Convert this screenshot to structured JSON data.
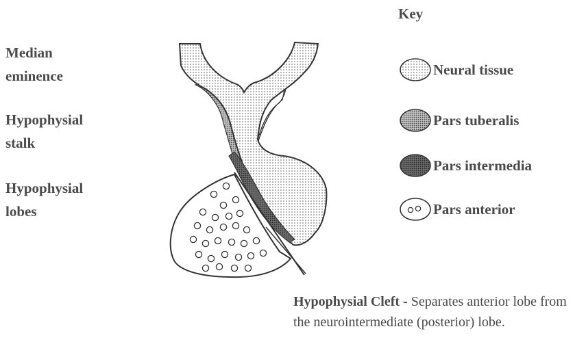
{
  "labels": {
    "median_eminence": [
      "Median",
      "eminence"
    ],
    "stalk": [
      "Hypophysial",
      "stalk"
    ],
    "lobes": [
      "Hypophysial",
      "lobes"
    ]
  },
  "key": {
    "title": "Key",
    "items": [
      {
        "label": "Neural  tissue",
        "pattern": "neural"
      },
      {
        "label": "Pars  tuberalis",
        "pattern": "tuberalis"
      },
      {
        "label": "Pars  intermedia",
        "pattern": "intermedia"
      },
      {
        "label": "Pars  anterior",
        "pattern": "anterior"
      }
    ]
  },
  "caption": {
    "title": "Hypophysial Cleft",
    "separator": " - ",
    "text": "Separates anterior lobe from the neurointermediate (posterior) lobe."
  },
  "colors": {
    "ink": "#4a4a4a",
    "stroke": "#333333"
  }
}
